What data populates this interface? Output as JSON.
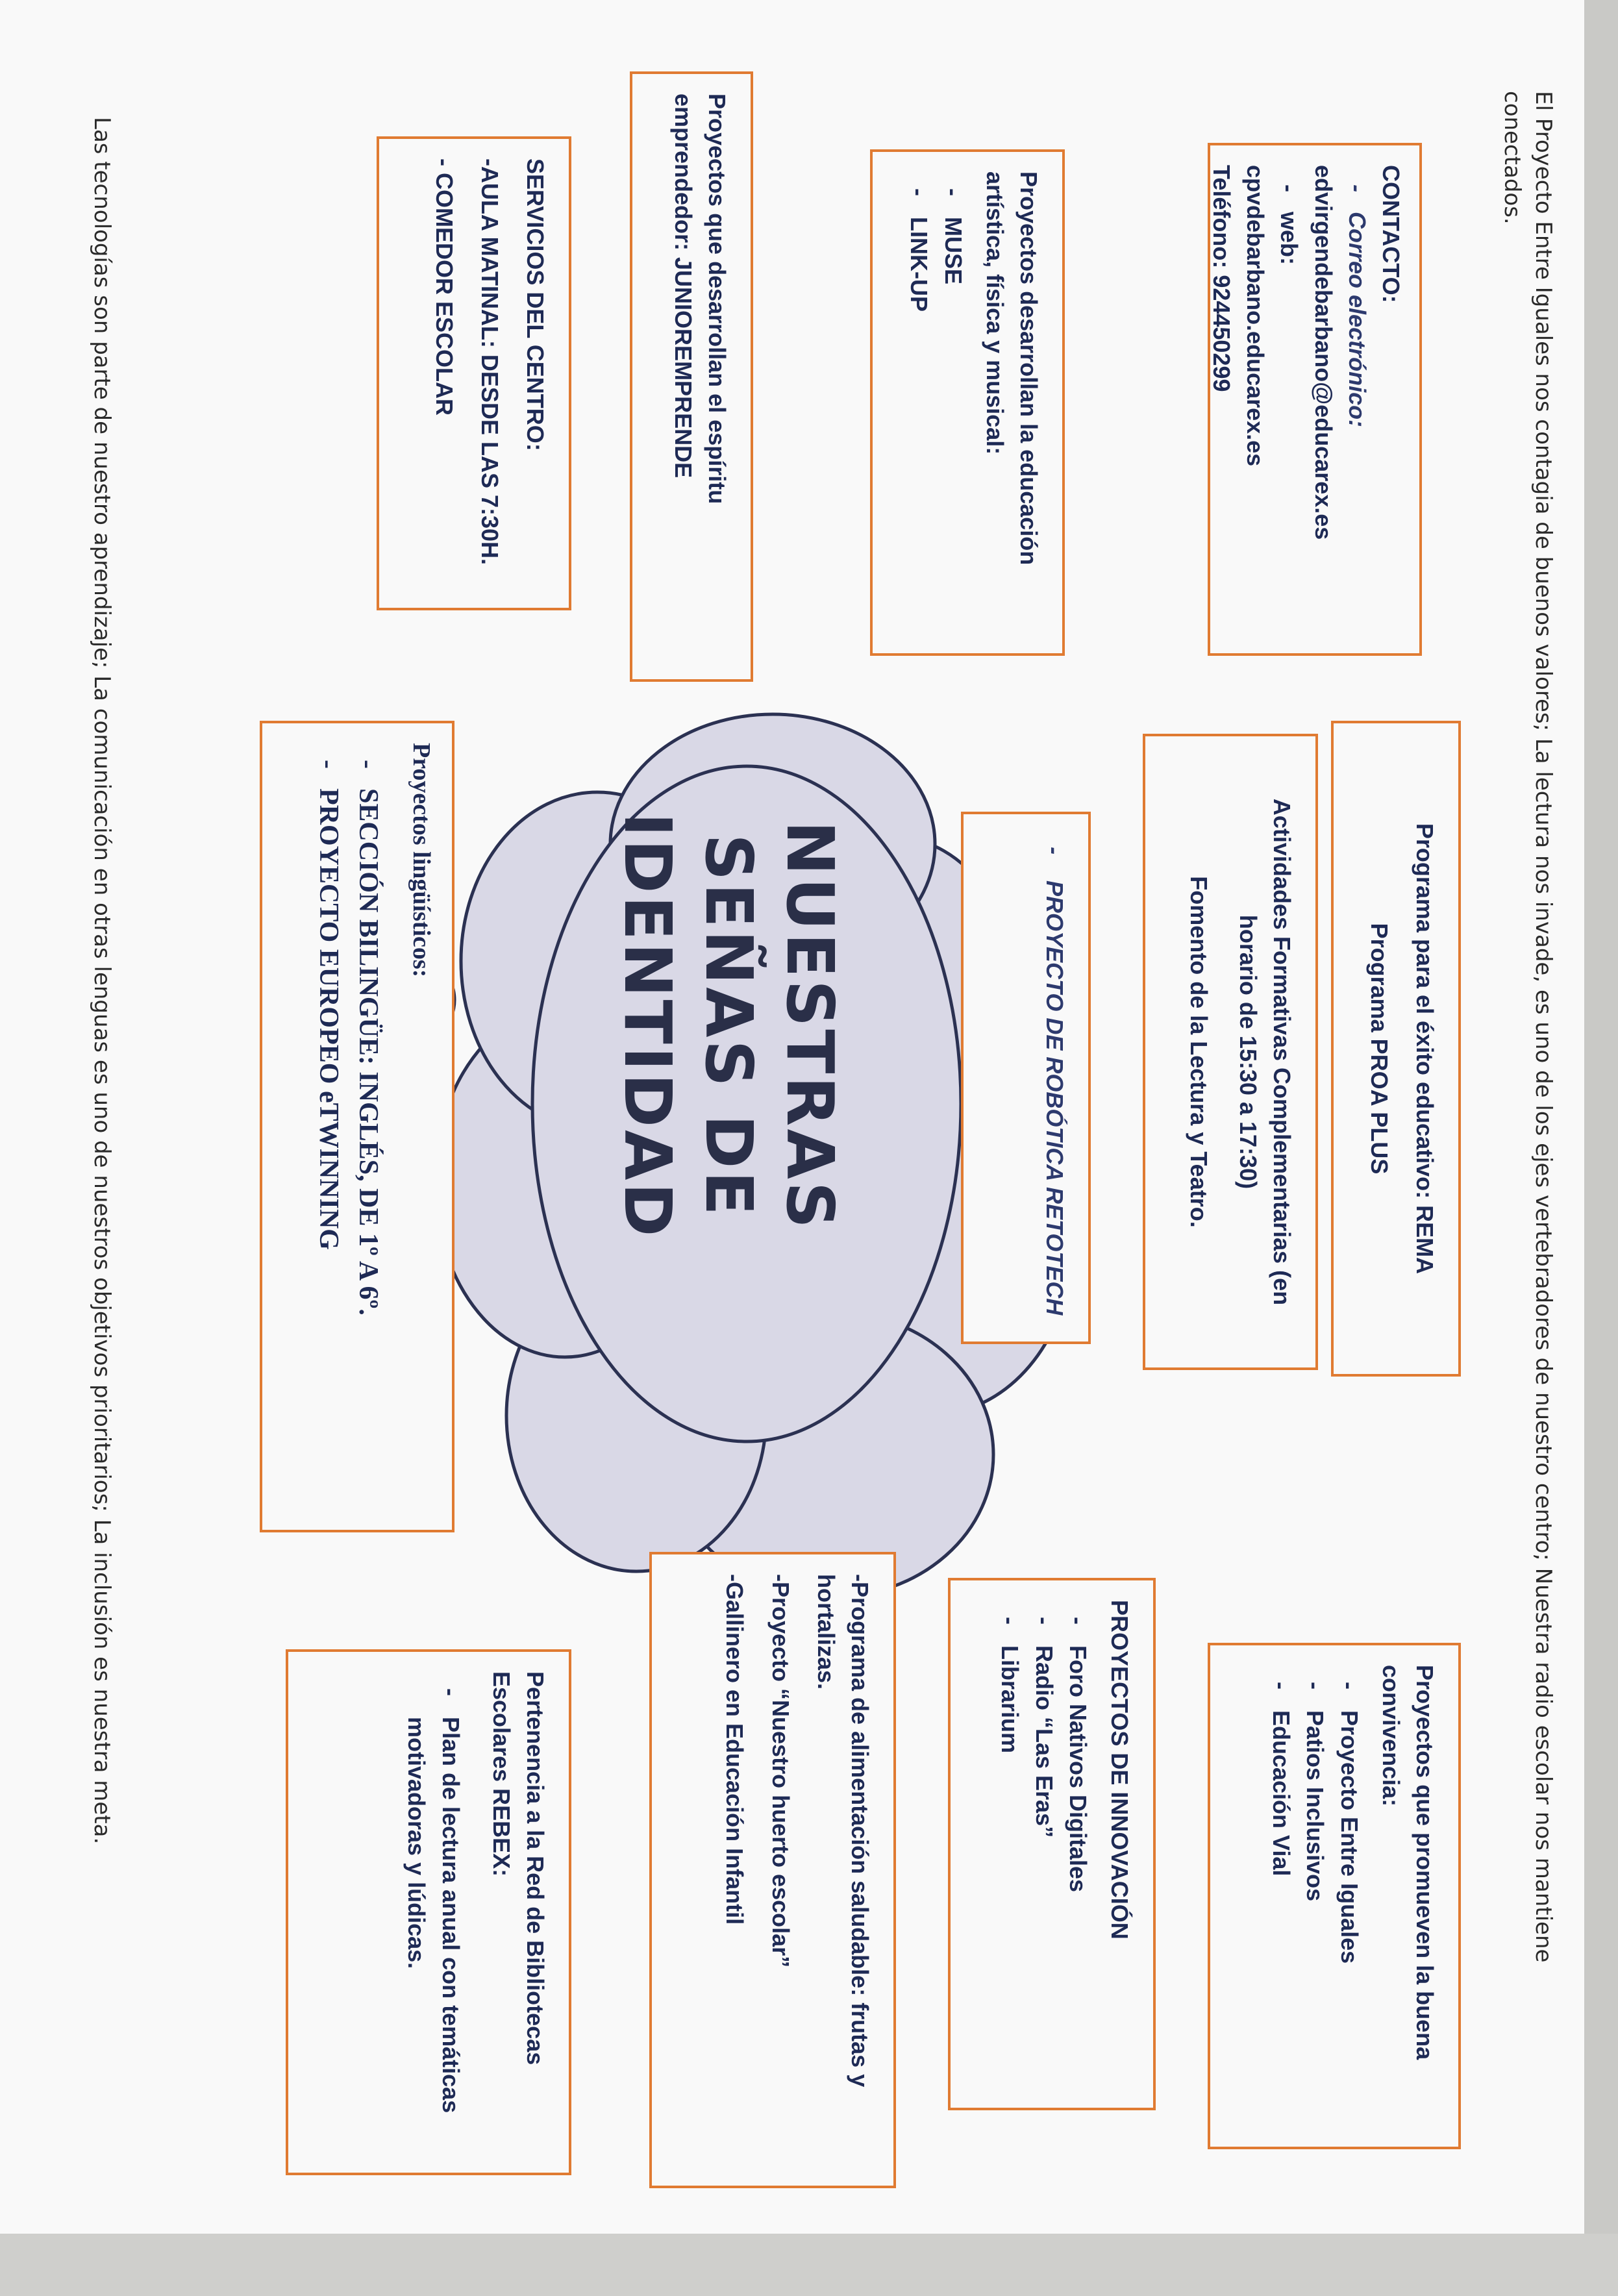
{
  "header_note": "El Proyecto Entre Iguales nos contagia de buenos valores; La lectura nos invade, es uno de los ejes vertebradores de nuestro centro; Nuestra radio escolar nos mantiene conectados.",
  "footer_note": "Las tecnologías son parte de nuestro aprendizaje; La comunicación en otras lenguas es uno de nuestros objetivos prioritarios; La inclusión es nuestra meta.",
  "cloud": {
    "line1": "NUESTRAS",
    "line2": "SEÑAS DE",
    "line3": "IDENTIDAD"
  },
  "contacto": {
    "title": "CONTACTO:",
    "email_label": "Correo electrónico:",
    "email": "edvirgendebarbano@educarex.es",
    "web_label": "web:",
    "web": "cpvdebarbano.educarex.es",
    "phone": "Teléfono: 924450299"
  },
  "artistica": {
    "title": "Proyectos desarrollan la educación artística, física y musical:",
    "items": [
      "MUSE",
      "LINK-UP"
    ]
  },
  "emprendedor": {
    "text": "Proyectos que desarrollan el espíritu emprendedor: JUNIOREMPRENDE"
  },
  "servicios": {
    "title": "SERVICIOS DEL CENTRO:",
    "line1": "-AULA MATINAL: DESDE LAS 7:30H.",
    "line2": "- COMEDOR ESCOLAR"
  },
  "rema": {
    "line1": "Programa para el éxito educativo: REMA",
    "line2": "Programa PROA PLUS"
  },
  "actividades": {
    "line1": "Actividades Formativas Complementarias (en horario de 15:30 a 17:30)",
    "line2": "Fomento de la Lectura y Teatro."
  },
  "robotica": {
    "text": "PROYECTO DE ROBÓTICA RETOTECH"
  },
  "linguisticos": {
    "title": "Proyectos lingüísticos:",
    "items": [
      "SECCIÓN BILINGÜE: INGLÉS, DE 1º A 6º.",
      "PROYECTO EUROPEO eTWINNING"
    ]
  },
  "convivencia": {
    "title": "Proyectos que promueven la buena convivencia:",
    "items": [
      "Proyecto Entre Iguales",
      "Patios Inclusivos",
      "Educación Vial"
    ]
  },
  "innovacion": {
    "title": "PROYECTOS DE INNOVACIÓN",
    "items": [
      "Foro Nativos Digitales",
      "Radio “Las Eras”",
      "Librarium"
    ]
  },
  "alimentacion": {
    "line1": "-Programa de alimentación saludable: frutas y hortalizas.",
    "line2": "-Proyecto “Nuestro huerto escolar”",
    "line3": "-Gallinero en Educación Infantil"
  },
  "bibliotecas": {
    "title": "Pertenencia a la Red de Bibliotecas Escolares REBEX:",
    "items": [
      "Plan de lectura anual con temáticas motivadoras y lúdicas."
    ]
  },
  "colors": {
    "border": "#e07b32",
    "text": "#1e2a55",
    "cloud_fill": "#d9d8e6",
    "cloud_stroke": "#2b3152"
  }
}
